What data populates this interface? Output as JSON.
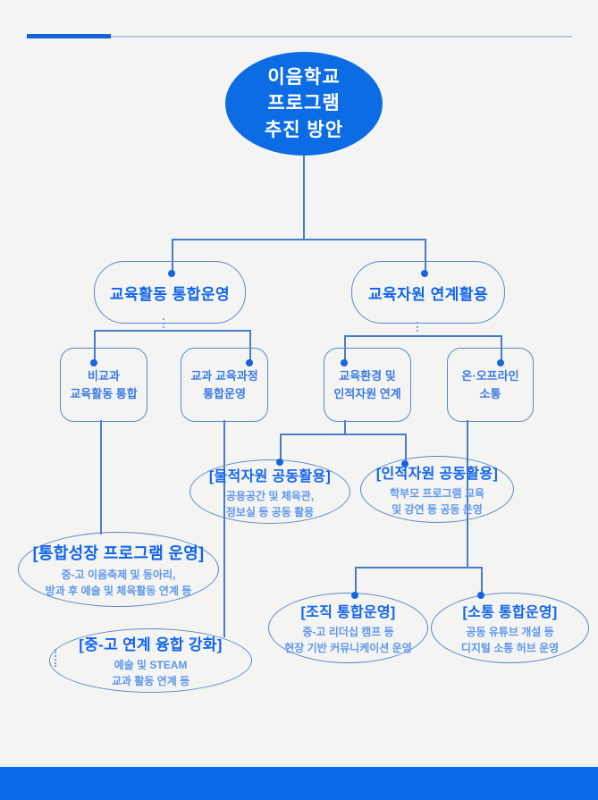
{
  "colors": {
    "primary_blue": "#0c6ce4",
    "accent_text_blue": "#1064ee",
    "box_text_blue": "#3c7ae2",
    "subtext_blue": "#5f97ea",
    "outline_blue": "#5d89c6",
    "connector_blue": "#4a7cc8",
    "dot_blue": "#1565e0",
    "background": "#f4f4f2",
    "bottom_bar_blue": "#0b6be6"
  },
  "diagram": {
    "root": {
      "lines": [
        "이음학교",
        "프로그램",
        "추진 방안"
      ]
    },
    "branches": {
      "left": {
        "label": "교육활동 통합운영"
      },
      "right": {
        "label": "교육자원 연계활용"
      }
    },
    "level2": {
      "noncurricular": {
        "lines": [
          "비교과",
          "교육활동 통합"
        ]
      },
      "curricular": {
        "lines": [
          "교과 교육과정",
          "통합운영"
        ]
      },
      "environment": {
        "lines": [
          "교육환경 및",
          "인적자원 연계"
        ]
      },
      "online_offline": {
        "lines": [
          "온·오프라인",
          "소통"
        ]
      }
    },
    "details": {
      "growth": {
        "title": "[통합성장 프로그램 운영]",
        "desc": [
          "중-고 이음축제 및 동아리,",
          "방과 후 예술 및 체육활동 연계 등"
        ]
      },
      "fusion": {
        "title": "[중-고 연계 융합 강화]",
        "desc": [
          "예술 및 STEAM",
          "교과 활동 연계 등"
        ]
      },
      "physical": {
        "title": "[물적자원 공동활용]",
        "desc": [
          "공용공간 및 체육관,",
          "정보실 등 공동 활용"
        ]
      },
      "human": {
        "title": "[인적자원 공동활용]",
        "desc": [
          "학부모 프로그램 교육",
          "및 강연 등 공동 운영"
        ]
      },
      "organization": {
        "title": "[조직 통합운영]",
        "desc": [
          "중-고 리더십 캠프 등",
          "현장 기반 커뮤니케이션 운영"
        ]
      },
      "communication": {
        "title": "[소통 통합운영]",
        "desc": [
          "공동 유튜브 개설 등",
          "디지털 소통 허브 운영"
        ]
      }
    }
  }
}
